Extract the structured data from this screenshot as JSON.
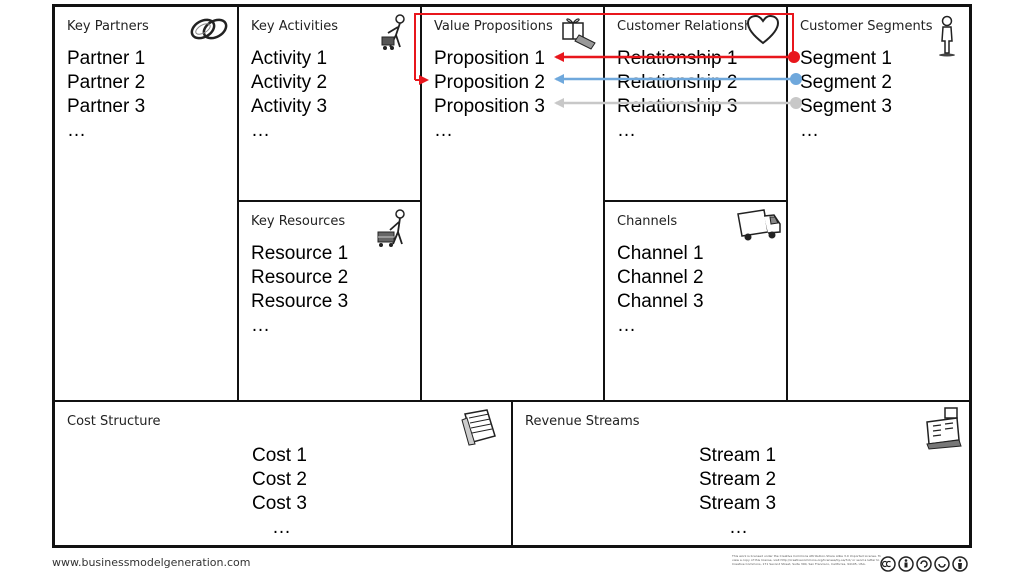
{
  "canvas": {
    "key_partners": {
      "title": "Key Partners",
      "items": [
        "Partner 1",
        "Partner 2",
        "Partner 3",
        "…"
      ]
    },
    "key_activities": {
      "title": "Key Activities",
      "items": [
        "Activity 1",
        "Activity 2",
        "Activity 3",
        "…"
      ]
    },
    "key_resources": {
      "title": "Key Resources",
      "items": [
        "Resource 1",
        "Resource 2",
        "Resource 3",
        "…"
      ]
    },
    "value_propositions": {
      "title": "Value Propositions",
      "items": [
        "Proposition 1",
        "Proposition 2",
        "Proposition 3",
        "…"
      ]
    },
    "customer_relationships": {
      "title": "Customer Relationships",
      "items": [
        "Relationship 1",
        "Relationship 2",
        "Relationship 3",
        "…"
      ]
    },
    "channels": {
      "title": "Channels",
      "items": [
        "Channel 1",
        "Channel 2",
        "Channel 3",
        "…"
      ]
    },
    "customer_segments": {
      "title": "Customer Segments",
      "items": [
        "Segment 1",
        "Segment 2",
        "Segment 3",
        "…"
      ]
    },
    "cost_structure": {
      "title": "Cost Structure",
      "items": [
        "Cost 1",
        "Cost 2",
        "Cost 3",
        "…"
      ]
    },
    "revenue_streams": {
      "title": "Revenue Streams",
      "items": [
        "Stream 1",
        "Stream 2",
        "Stream 3",
        "…"
      ]
    }
  },
  "arrows": [
    {
      "from": "Segment 1",
      "to": "Proposition 1",
      "color": "#e8161c",
      "note": "highlighted with frame"
    },
    {
      "from": "Segment 2",
      "to": "Proposition 2",
      "color": "#6fa8dc"
    },
    {
      "from": "Segment 3",
      "to": "Proposition 3",
      "color": "#c8c8c8"
    }
  ],
  "colors": {
    "highlight": "#e8161c",
    "arrow_blue": "#6fa8dc",
    "arrow_grey": "#c8c8c8",
    "border": "#111111"
  },
  "footer": {
    "website": "www.businessmodelgeneration.com",
    "license_text": "This work is licensed under the Creative Commons Attribution-Share Alike 3.0 Unported License. To view a copy of this license, visit http://creativecommons.org/licenses/by-sa/3.0/ or send a letter to Creative Commons, 171 Second Street, Suite 300, San Francisco, California, 94105, USA."
  },
  "icons": [
    "chain-links-icon",
    "worker-with-cart-icon",
    "gift-and-pricetag-icon",
    "heart-icon",
    "person-standing-icon",
    "worker-with-pallet-icon",
    "delivery-truck-icon",
    "receipt-papers-icon",
    "cash-register-icon",
    "creative-commons-icons"
  ]
}
